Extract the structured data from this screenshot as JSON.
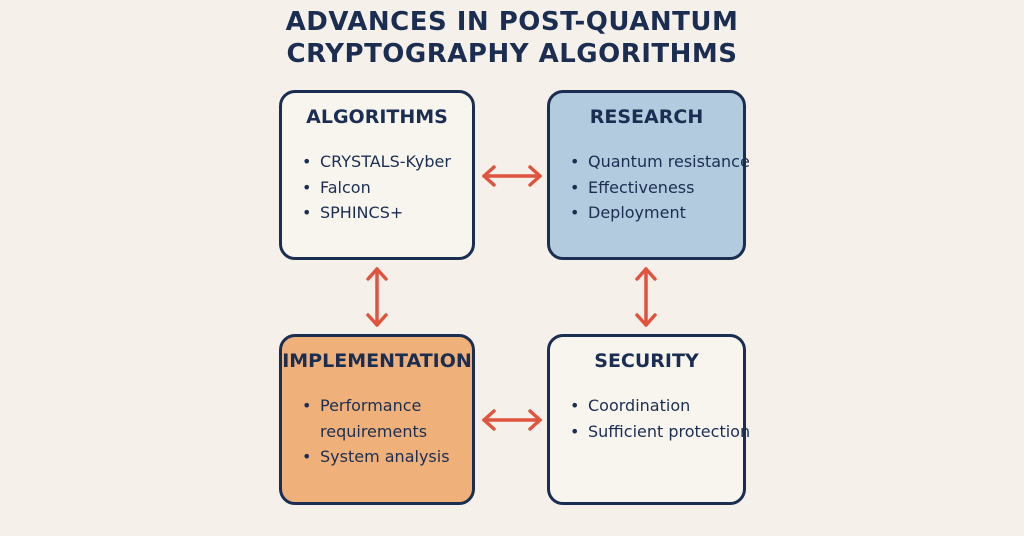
{
  "title": {
    "line1": "ADVANCES IN POST-QUANTUM",
    "line2": "CRYPTOGRAPHY ALGORITHMS"
  },
  "boxes": {
    "algorithms": {
      "title": "ALGORITHMS",
      "items": [
        "CRYSTALS-Kyber",
        "Falcon",
        "SPHINCS+"
      ]
    },
    "research": {
      "title": "RESEARCH",
      "items": [
        "Quantum resistance",
        "Effectiveness",
        "Deployment"
      ]
    },
    "implementation": {
      "title": "IMPLEMENTATION",
      "items": [
        "Performance",
        "requirements",
        "System analysis"
      ]
    },
    "security": {
      "title": "SECURITY",
      "items": [
        "Coordination",
        "Sufficient protection"
      ]
    }
  },
  "colors": {
    "border": "#1b2e52",
    "text": "#1b2e52",
    "arrow": "#e0533f",
    "background": "#f5f1ea",
    "research_fill": "#b2cbdf",
    "implementation_fill": "#efb07a",
    "plain_fill": "#f8f5ef"
  }
}
